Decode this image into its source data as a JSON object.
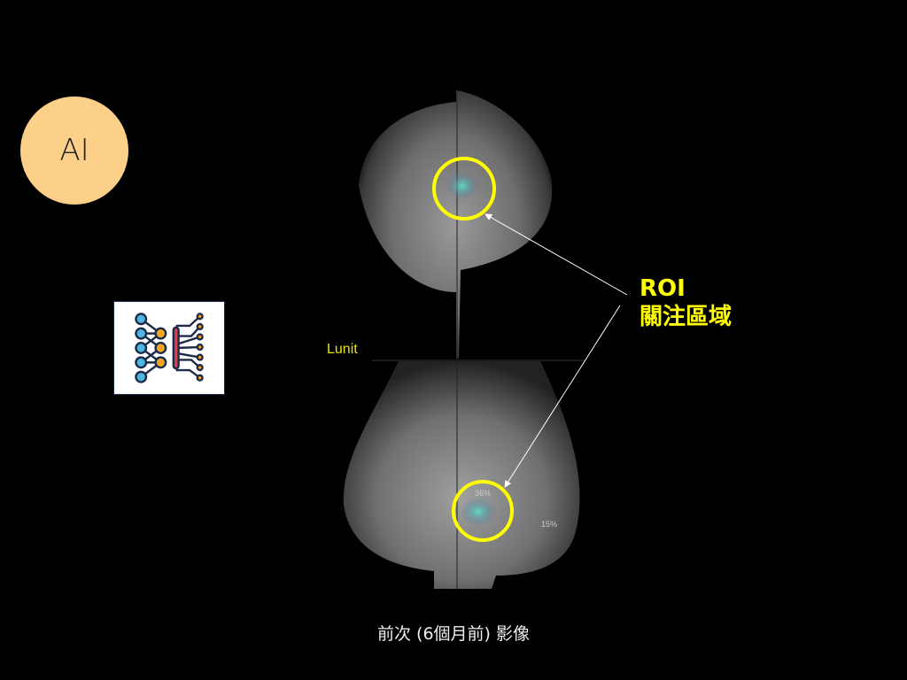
{
  "badge": {
    "label": "AI",
    "color": "#fdd089"
  },
  "icons": {
    "network": "neural-network-icon"
  },
  "annotation": {
    "line1": "ROI",
    "line2": "關注區域",
    "color": "#ffff00"
  },
  "viewer": {
    "vendor": "Lunit",
    "scores": [
      "36%",
      "15%"
    ]
  },
  "caption": "前次 (6個月前) 影像"
}
